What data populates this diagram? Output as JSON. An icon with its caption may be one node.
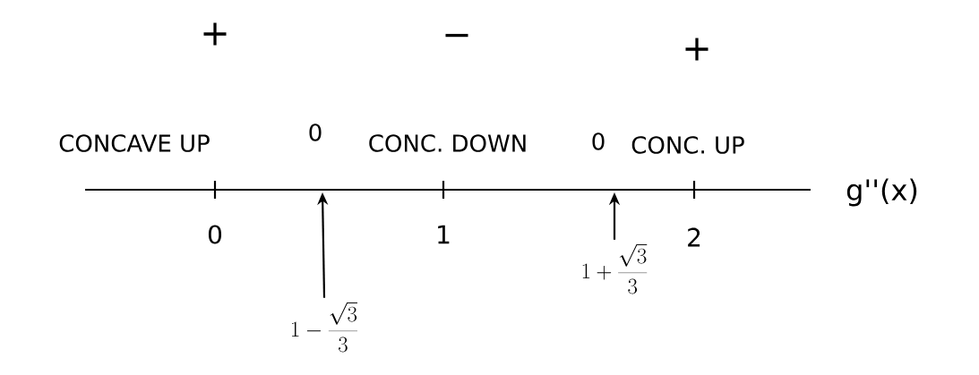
{
  "diagram": {
    "nodes": [
      {
        "text": [
          "1-\\frac{\\sqrt{3}}{3}"
        ]
      },
      {
        "text": [
          "1+\\frac{\\sqrt{3}}{3}"
        ]
      }
    ],
    "edges": [
      {
        "from": 0,
        "to": null,
        "arrow": "to"
      },
      {
        "from": 1,
        "to": null,
        "arrow": "to"
      }
    ],
    "labels": [
      "+",
      "−",
      "+",
      "CONCAVE UP",
      "0",
      "CONC. DOWN",
      "0",
      "CONC. UP",
      "g''(x)",
      "0",
      "1",
      "2"
    ]
  }
}
